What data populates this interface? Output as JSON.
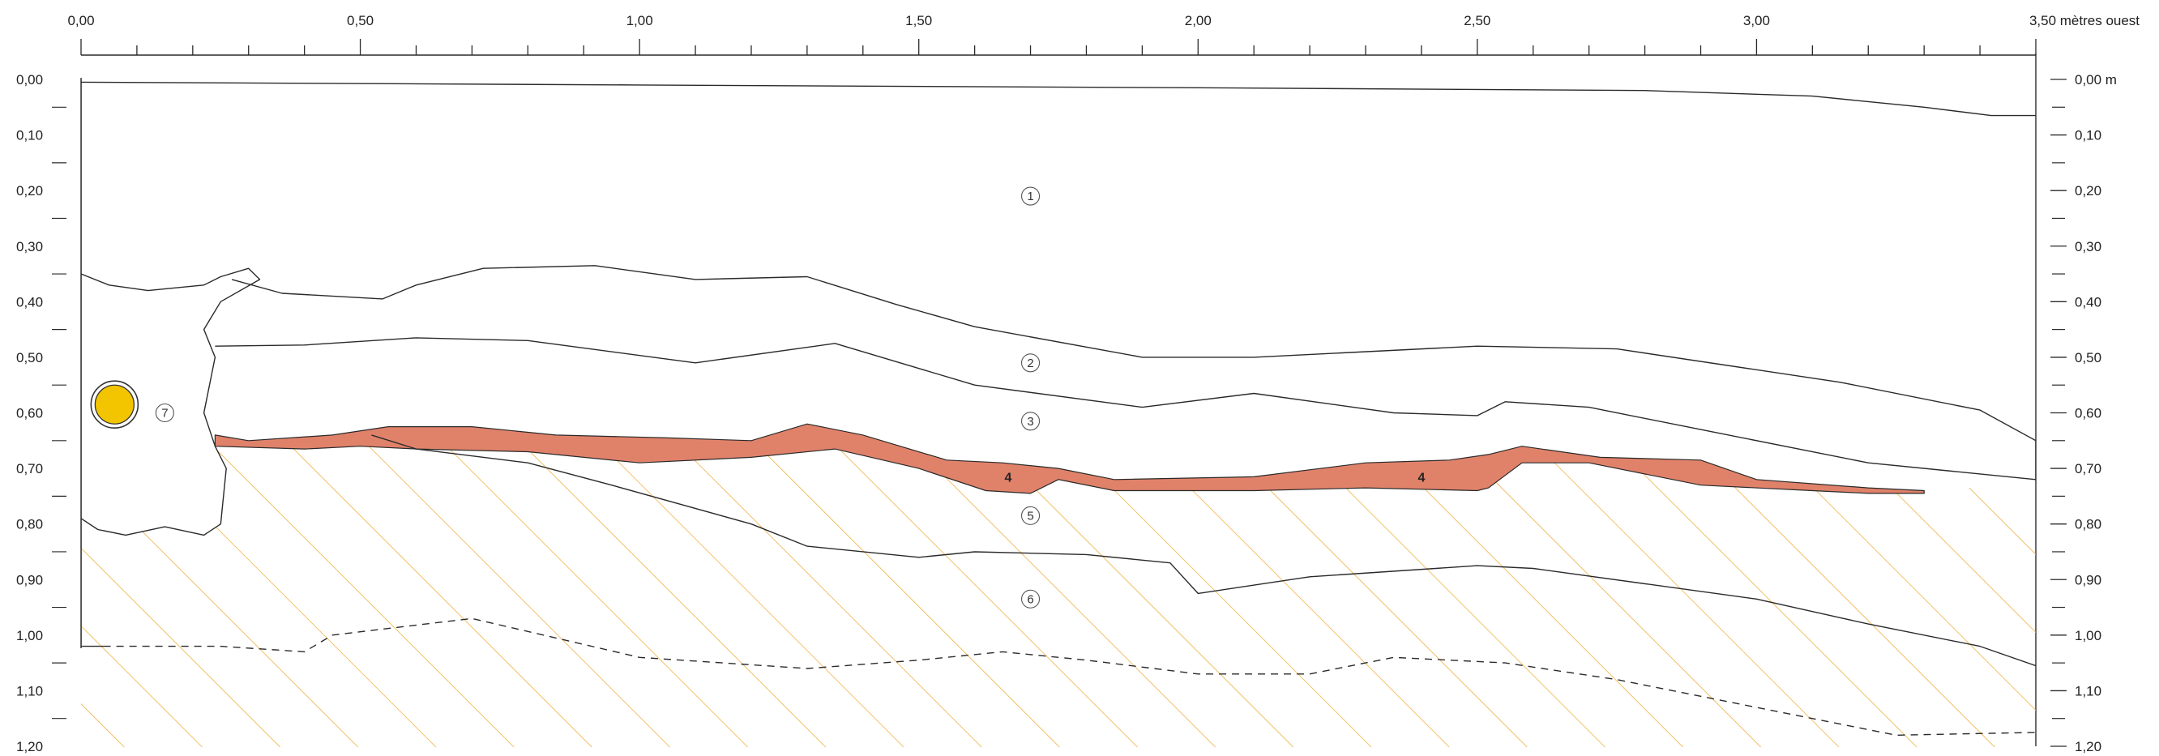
{
  "section": {
    "x_axis": {
      "unit_label": "mètres ouest",
      "labels": [
        "0,00",
        "0,50",
        "1,00",
        "1,50",
        "2,00",
        "2,50",
        "3,00",
        "3,50 mètres ouest"
      ],
      "range": [
        0,
        3.5
      ]
    },
    "y_axis_left": {
      "labels": [
        "0,00",
        "0,10",
        "0,20",
        "0,30",
        "0,40",
        "0,50",
        "0,60",
        "0,70",
        "0,80",
        "0,90",
        "1,00",
        "1,10",
        "1,20"
      ],
      "range": [
        0,
        1.2
      ]
    },
    "y_axis_right": {
      "labels": [
        "0,00 m",
        "0,10",
        "0,20",
        "0,30",
        "0,40",
        "0,50",
        "0,60",
        "0,70",
        "0,80",
        "0,90",
        "1,00",
        "1,10",
        "1,20"
      ]
    },
    "unit_numbers": [
      {
        "id": "1",
        "x": 1.7,
        "y": 0.21,
        "circled": true
      },
      {
        "id": "2",
        "x": 1.7,
        "y": 0.51,
        "circled": true
      },
      {
        "id": "3",
        "x": 1.7,
        "y": 0.615,
        "circled": true
      },
      {
        "id": "4",
        "x": 1.66,
        "y": 0.715,
        "circled": false
      },
      {
        "id": "4",
        "x": 2.4,
        "y": 0.715,
        "circled": false
      },
      {
        "id": "5",
        "x": 1.7,
        "y": 0.785,
        "circled": true
      },
      {
        "id": "6",
        "x": 1.7,
        "y": 0.935,
        "circled": true
      },
      {
        "id": "7",
        "x": 0.15,
        "y": 0.6,
        "circled": true
      }
    ],
    "marker": {
      "kind": "yellow-disc",
      "x": 0.06,
      "y": 0.585,
      "color": "#f2c500"
    },
    "colors": {
      "line": "#2a2a2a",
      "layer4_fill": "#e0826a",
      "hatch": "#f0b040",
      "disc": "#f2c500",
      "background": "#ffffff"
    },
    "boundaries": {
      "surface": [
        [
          0,
          0.005
        ],
        [
          1.0,
          0.01
        ],
        [
          2.0,
          0.015
        ],
        [
          2.8,
          0.02
        ],
        [
          3.1,
          0.03
        ],
        [
          3.3,
          0.05
        ],
        [
          3.42,
          0.065
        ],
        [
          3.5,
          0.065
        ]
      ],
      "u1_u2": [
        [
          0.27,
          0.36
        ],
        [
          0.36,
          0.385
        ],
        [
          0.54,
          0.395
        ],
        [
          0.6,
          0.37
        ],
        [
          0.72,
          0.34
        ],
        [
          0.92,
          0.335
        ],
        [
          1.1,
          0.36
        ],
        [
          1.3,
          0.355
        ],
        [
          1.46,
          0.405
        ],
        [
          1.6,
          0.445
        ],
        [
          1.9,
          0.5
        ],
        [
          2.1,
          0.5
        ],
        [
          2.5,
          0.48
        ],
        [
          2.75,
          0.485
        ],
        [
          3.15,
          0.545
        ],
        [
          3.4,
          0.595
        ],
        [
          3.5,
          0.65
        ]
      ],
      "u2_u3": [
        [
          0.24,
          0.48
        ],
        [
          0.4,
          0.478
        ],
        [
          0.6,
          0.465
        ],
        [
          0.8,
          0.47
        ],
        [
          1.1,
          0.51
        ],
        [
          1.35,
          0.475
        ],
        [
          1.6,
          0.55
        ],
        [
          1.9,
          0.59
        ],
        [
          2.1,
          0.565
        ],
        [
          2.35,
          0.6
        ],
        [
          2.5,
          0.605
        ],
        [
          2.55,
          0.58
        ],
        [
          2.7,
          0.59
        ],
        [
          2.9,
          0.63
        ],
        [
          3.2,
          0.69
        ],
        [
          3.35,
          0.705
        ],
        [
          3.5,
          0.72
        ]
      ],
      "layer4_top": [
        [
          0.24,
          0.64
        ],
        [
          0.3,
          0.65
        ],
        [
          0.45,
          0.64
        ],
        [
          0.55,
          0.625
        ],
        [
          0.7,
          0.625
        ],
        [
          0.85,
          0.64
        ],
        [
          1.05,
          0.645
        ],
        [
          1.2,
          0.65
        ],
        [
          1.3,
          0.62
        ],
        [
          1.4,
          0.64
        ],
        [
          1.55,
          0.685
        ],
        [
          1.65,
          0.69
        ],
        [
          1.75,
          0.7
        ],
        [
          1.85,
          0.72
        ],
        [
          2.1,
          0.715
        ],
        [
          2.3,
          0.69
        ],
        [
          2.45,
          0.685
        ],
        [
          2.52,
          0.675
        ],
        [
          2.58,
          0.66
        ],
        [
          2.72,
          0.68
        ],
        [
          2.9,
          0.685
        ],
        [
          3.0,
          0.72
        ],
        [
          3.2,
          0.735
        ],
        [
          3.3,
          0.74
        ]
      ],
      "layer4_bottom": [
        [
          0.24,
          0.66
        ],
        [
          0.4,
          0.665
        ],
        [
          0.5,
          0.66
        ],
        [
          0.6,
          0.665
        ],
        [
          0.8,
          0.67
        ],
        [
          1.0,
          0.69
        ],
        [
          1.2,
          0.68
        ],
        [
          1.35,
          0.665
        ],
        [
          1.5,
          0.7
        ],
        [
          1.62,
          0.74
        ],
        [
          1.7,
          0.745
        ],
        [
          1.75,
          0.72
        ],
        [
          1.85,
          0.74
        ],
        [
          2.1,
          0.74
        ],
        [
          2.3,
          0.735
        ],
        [
          2.5,
          0.74
        ],
        [
          2.52,
          0.735
        ],
        [
          2.58,
          0.69
        ],
        [
          2.7,
          0.69
        ],
        [
          2.9,
          0.73
        ],
        [
          3.1,
          0.74
        ],
        [
          3.2,
          0.745
        ],
        [
          3.3,
          0.745
        ]
      ],
      "u5_u6": [
        [
          0.52,
          0.64
        ],
        [
          0.6,
          0.665
        ],
        [
          0.8,
          0.69
        ],
        [
          0.95,
          0.73
        ],
        [
          1.2,
          0.8
        ],
        [
          1.3,
          0.84
        ],
        [
          1.5,
          0.86
        ],
        [
          1.6,
          0.85
        ],
        [
          1.8,
          0.855
        ],
        [
          1.95,
          0.87
        ],
        [
          2.0,
          0.925
        ],
        [
          2.2,
          0.895
        ],
        [
          2.5,
          0.875
        ],
        [
          2.6,
          0.88
        ],
        [
          3.0,
          0.935
        ],
        [
          3.2,
          0.98
        ],
        [
          3.4,
          1.02
        ],
        [
          3.5,
          1.055
        ]
      ],
      "lower_dashed": [
        [
          0.04,
          1.02
        ],
        [
          0.25,
          1.02
        ],
        [
          0.4,
          1.03
        ],
        [
          0.45,
          1.0
        ],
        [
          0.7,
          0.97
        ],
        [
          1.0,
          1.04
        ],
        [
          1.3,
          1.06
        ],
        [
          1.5,
          1.045
        ],
        [
          1.65,
          1.03
        ],
        [
          1.8,
          1.045
        ],
        [
          2.0,
          1.07
        ],
        [
          2.2,
          1.07
        ],
        [
          2.35,
          1.04
        ],
        [
          2.55,
          1.05
        ],
        [
          2.75,
          1.08
        ],
        [
          3.0,
          1.13
        ],
        [
          3.25,
          1.18
        ],
        [
          3.5,
          1.175
        ]
      ],
      "pit7": [
        [
          0,
          0.35
        ],
        [
          0.05,
          0.37
        ],
        [
          0.12,
          0.38
        ],
        [
          0.22,
          0.37
        ],
        [
          0.25,
          0.355
        ],
        [
          0.3,
          0.34
        ],
        [
          0.32,
          0.36
        ],
        [
          0.25,
          0.4
        ],
        [
          0.22,
          0.45
        ],
        [
          0.24,
          0.5
        ],
        [
          0.22,
          0.6
        ],
        [
          0.24,
          0.66
        ],
        [
          0.26,
          0.7
        ],
        [
          0.25,
          0.8
        ],
        [
          0.22,
          0.82
        ],
        [
          0.15,
          0.805
        ],
        [
          0.08,
          0.82
        ],
        [
          0.03,
          0.81
        ],
        [
          0,
          0.79
        ]
      ]
    }
  }
}
